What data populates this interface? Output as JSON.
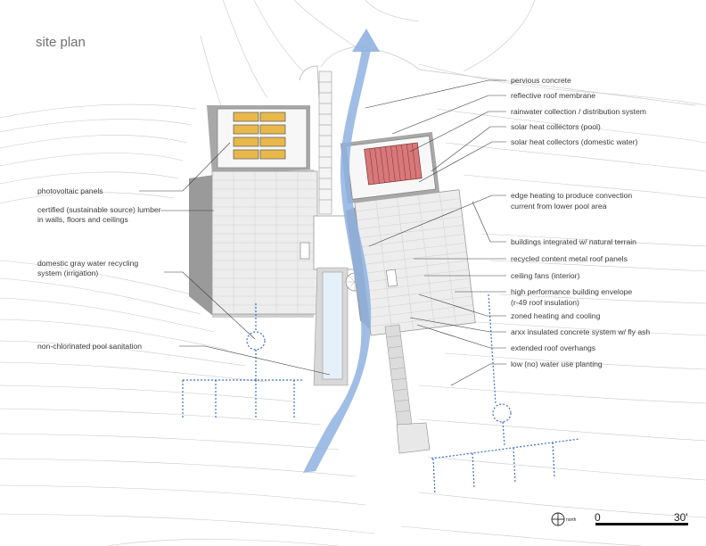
{
  "title": "site plan",
  "labels_left": [
    {
      "id": "photovoltaic-panels",
      "text": "photovoltaic panels"
    },
    {
      "id": "certified-lumber-1",
      "text": "certified (sustainable source) lumber"
    },
    {
      "id": "certified-lumber-2",
      "text": "in walls, floors and ceilings"
    },
    {
      "id": "gray-water-1",
      "text": "domestic gray water recycling"
    },
    {
      "id": "gray-water-2",
      "text": "system (irrigation)"
    },
    {
      "id": "pool-sanitation",
      "text": "non-chlorinated pool sanitation"
    }
  ],
  "labels_right": [
    {
      "id": "pervious-concrete",
      "text": "pervious concrete"
    },
    {
      "id": "reflective-roof",
      "text": "reflective roof membrane"
    },
    {
      "id": "rainwater",
      "text": "rainwater collection / distribution system"
    },
    {
      "id": "solar-pool",
      "text": "solar heat collectors (pool)"
    },
    {
      "id": "solar-domestic",
      "text": "solar heat collectors (domestic water)"
    },
    {
      "id": "edge-heating-1",
      "text": "edge heating to produce convection"
    },
    {
      "id": "edge-heating-2",
      "text": "current from lower pool area"
    },
    {
      "id": "buildings-terrain",
      "text": "buildings integrated w/ natural terrain"
    },
    {
      "id": "recycled-roof",
      "text": "recycled content metal roof panels"
    },
    {
      "id": "ceiling-fans",
      "text": "ceiling fans (interior)"
    },
    {
      "id": "envelope-1",
      "text": "high performance building  envelope"
    },
    {
      "id": "envelope-2",
      "text": "(r-49 roof insulation)"
    },
    {
      "id": "zoned-heating",
      "text": "zoned heating and cooling"
    },
    {
      "id": "arxx",
      "text": "arxx insulated concrete system w/ fly ash"
    },
    {
      "id": "overhangs",
      "text": "extended roof overhangs"
    },
    {
      "id": "planting",
      "text": "low (no) water use planting"
    }
  ],
  "scale": {
    "start": "0",
    "end": "30'"
  },
  "north": "north",
  "colors": {
    "airflow": "#8fb2e0",
    "drain": "#3f6fc4",
    "solar_pool": "#d8787a",
    "pv": "#e8b84a",
    "roof": "#eeeeee",
    "shadow": "#9a9a9a"
  }
}
